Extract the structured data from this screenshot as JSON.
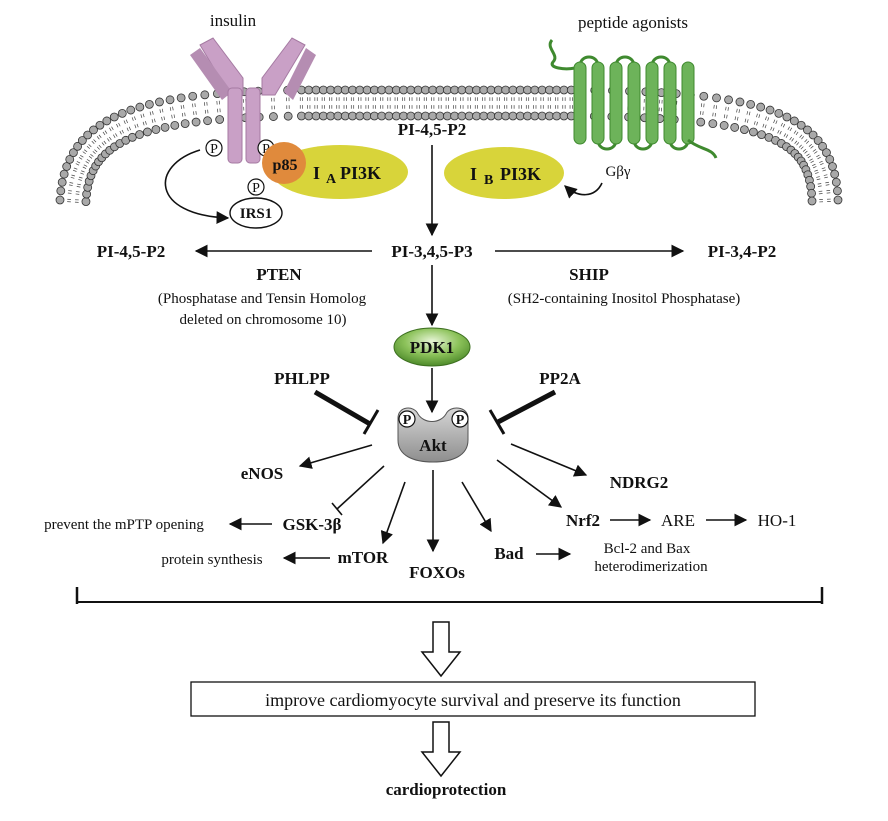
{
  "membrane": {
    "insulin_label": "insulin",
    "peptide_label": "peptide agonists",
    "phospho_p": "P",
    "p85": "p85",
    "class_ia_main": "I",
    "class_ia_sub": "A",
    "class_ia_pi3k": "PI3K",
    "class_ib_main": "I",
    "class_ib_sub": "B",
    "class_ib_pi3k": "PI3K",
    "gby": "Gβγ",
    "irs1": "IRS1"
  },
  "lipids": {
    "pi45p2_top": "PI-4,5-P2",
    "pip3": "PI-3,4,5-P3",
    "pi45p2_left": "PI-4,5-P2",
    "pi34p2_right": "PI-3,4-P2"
  },
  "phosphatases": {
    "pten": "PTEN",
    "pten_desc_1": "(Phosphatase and Tensin Homolog",
    "pten_desc_2": "deleted on chromosome 10)",
    "ship": "SHIP",
    "ship_desc": "(SH2-containing Inositol  Phosphatase)"
  },
  "kinases": {
    "pdk1": "PDK1",
    "akt": "Akt",
    "akt_p": "P",
    "phlpp": "PHLPP",
    "pp2a": "PP2A"
  },
  "targets": {
    "enos": "eNOS",
    "gsk3b": "GSK-3β",
    "mptp": "prevent the mPTP opening",
    "mtor": "mTOR",
    "protein": "protein synthesis",
    "foxos": "FOXOs",
    "bad": "Bad",
    "bcl_1": "Bcl-2 and Bax",
    "bcl_2": "heterodimerization",
    "nrf2": "Nrf2",
    "are": "ARE",
    "ho1": "HO-1",
    "ndrg2": "NDRG2"
  },
  "outcome": {
    "box": "improve cardiomyocyte survival and preserve its function",
    "final": "cardioprotection"
  },
  "colors": {
    "membrane_head": "#a9a9a9",
    "insulin_receptor": "#c9a0c6",
    "insulin_receptor_dark": "#a57aa2",
    "gpcr": "#6db35a",
    "gpcr_dark": "#3f8a2f",
    "pi3k": "#d8d43a",
    "p85": "#e08a3c",
    "pdk1": "#6fa53f",
    "akt": "#b0b0b0"
  }
}
